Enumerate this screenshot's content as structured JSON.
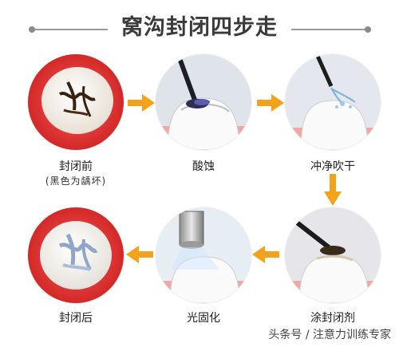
{
  "title": "窝沟封闭四步走",
  "steps": [
    {
      "label": "封闭前",
      "note": "(黑色为龋坏)"
    },
    {
      "label": "酸蚀"
    },
    {
      "label": "冲净吹干"
    },
    {
      "label": "涂封闭剂"
    },
    {
      "label": "光固化"
    },
    {
      "label": "封闭后"
    }
  ],
  "watermark": "头条号 / 注意力训练专家",
  "colors": {
    "arrow": "#f2a21b",
    "accent_red": "#e23a3a",
    "gum_pink": "#f2a6a6",
    "title_text": "#3a3a3a"
  }
}
